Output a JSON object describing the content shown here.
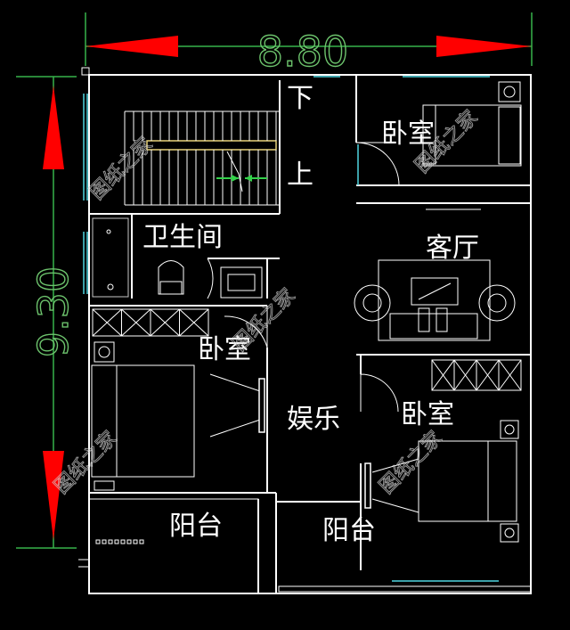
{
  "dimensions": {
    "width_label": "8.80",
    "height_label": "9.30",
    "arrow_color": "#ff0000",
    "line_color": "#37b34a"
  },
  "rooms": {
    "stair_down": "下",
    "stair_up": "上",
    "bedroom_top_right": "卧室",
    "bathroom": "卫生间",
    "living_room": "客厅",
    "bedroom_left": "卧室",
    "entertainment": "娱乐",
    "bedroom_right": "卧室",
    "balcony_left": "阳台",
    "balcony_middle": "阳台"
  },
  "watermark": "图纸之家"
}
